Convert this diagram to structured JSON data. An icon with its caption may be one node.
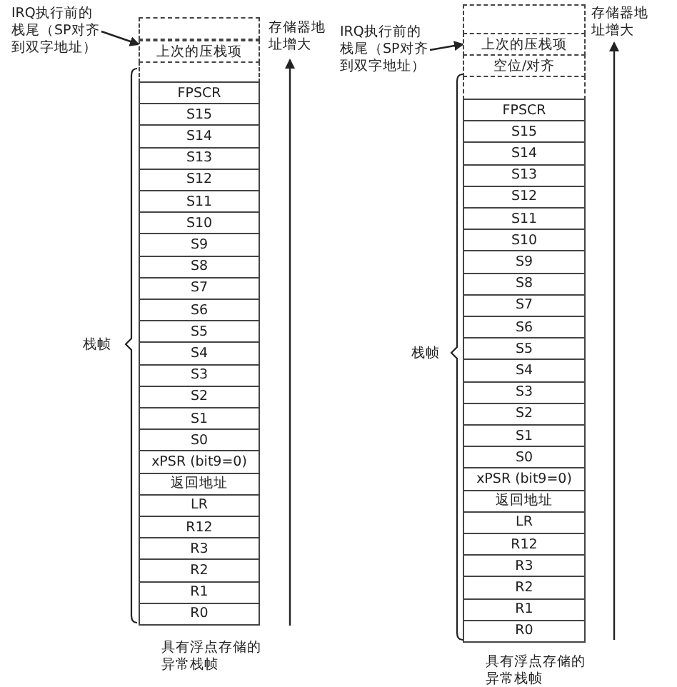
{
  "diagram": {
    "nodes": [
      {
        "text": [
          "IRQ执行前的栈尾（SP对齐到双字地址）"
        ]
      },
      {
        "text": [],
        "shape": "box"
      },
      {
        "text": [
          "上次的压栈项"
        ]
      },
      {
        "text": [],
        "shape": "box"
      },
      {
        "text": [
          "FPSCR"
        ]
      },
      {
        "text": [
          "S15"
        ]
      },
      {
        "text": [
          "S14"
        ]
      },
      {
        "text": [
          "S13"
        ]
      },
      {
        "text": [
          "S12"
        ]
      },
      {
        "text": [
          "S11"
        ]
      },
      {
        "text": [
          "S10"
        ]
      },
      {
        "text": [
          "S9"
        ]
      },
      {
        "text": [
          "S8"
        ]
      },
      {
        "text": [
          "S7"
        ]
      },
      {
        "text": [
          "S6"
        ]
      },
      {
        "text": [
          "S5"
        ]
      },
      {
        "text": [
          "S4"
        ]
      },
      {
        "text": [
          "S3"
        ]
      },
      {
        "text": [
          "S2"
        ]
      },
      {
        "text": [
          "S1"
        ]
      },
      {
        "text": [
          "S0"
        ]
      },
      {
        "text": [
          "xPSR (bit9=0)"
        ]
      },
      {
        "text": [
          "返回地址"
        ]
      },
      {
        "text": [
          "LR"
        ]
      },
      {
        "text": [
          "R12"
        ]
      },
      {
        "text": [
          "R3"
        ]
      },
      {
        "text": [
          "R2"
        ]
      },
      {
        "text": [
          "R1"
        ]
      },
      {
        "text": [
          "R0"
        ]
      },
      {
        "text": [
          "IRQ执行前的栈尾（SP对齐到双字地址）"
        ]
      },
      {
        "text": [],
        "shape": "box"
      },
      {
        "text": [
          "上次的压栈项"
        ]
      },
      {
        "text": [
          "空位/对齐"
        ]
      },
      {
        "text": [],
        "shape": "box"
      },
      {
        "text": [
          "FPSCR"
        ]
      },
      {
        "text": [
          "S15"
        ]
      },
      {
        "text": [
          "S14"
        ]
      },
      {
        "text": [
          "S13"
        ]
      },
      {
        "text": [
          "S12"
        ]
      },
      {
        "text": [
          "S11"
        ]
      },
      {
        "text": [
          "S10"
        ]
      },
      {
        "text": [
          "S9"
        ]
      },
      {
        "text": [
          "S8"
        ]
      },
      {
        "text": [
          "S7"
        ]
      },
      {
        "text": [
          "S6"
        ]
      },
      {
        "text": [
          "S5"
        ]
      },
      {
        "text": [
          "S4"
        ]
      },
      {
        "text": [
          "S3"
        ]
      },
      {
        "text": [
          "S2"
        ]
      },
      {
        "text": [
          "S1"
        ]
      },
      {
        "text": [
          "S0"
        ]
      },
      {
        "text": [
          "xPSR (bit9=0)"
        ]
      },
      {
        "text": [
          "返回地址"
        ]
      },
      {
        "text": [
          "LR"
        ]
      },
      {
        "text": [
          "R12"
        ]
      },
      {
        "text": [
          "R3"
        ]
      },
      {
        "text": [
          "R2"
        ]
      },
      {
        "text": [
          "R1"
        ]
      },
      {
        "text": [
          "R0"
        ]
      }
    ],
    "edges": [
      {
        "from": 0,
        "to": 2,
        "arrow": "to"
      },
      {
        "from": 29,
        "to": 31,
        "arrow": "to"
      }
    ],
    "labels": [
      "存储器地址增大",
      "栈帧",
      "具有浮点存储的异常栈帧",
      "存储器地址增大",
      "栈帧",
      "具有浮点存储的异常栈帧"
    ]
  }
}
